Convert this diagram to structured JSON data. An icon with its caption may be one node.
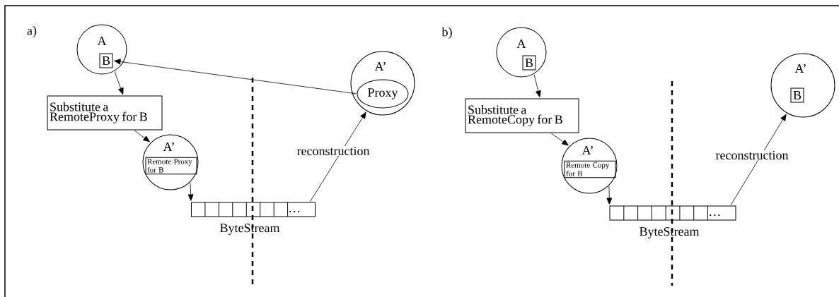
{
  "diagram": {
    "nodes": [
      {
        "text": [
          "A"
        ]
      },
      {
        "text": [
          "B"
        ],
        "in": 0
      },
      {
        "text": [
          "Substitute a RemoteProxy for B"
        ]
      },
      {
        "text": [
          "A’"
        ]
      },
      {
        "text": [
          "Remote Proxy for B"
        ],
        "in": 3
      },
      {
        "text": [
          "…"
        ],
        "beside": [
          "ByteStream"
        ]
      },
      {
        "text": [
          "A’"
        ]
      },
      {
        "text": [
          "Proxy"
        ],
        "in": 6
      },
      {
        "text": [
          "A"
        ]
      },
      {
        "text": [
          "B"
        ],
        "in": 8
      },
      {
        "text": [
          "Substitute a RemoteCopy for B"
        ]
      },
      {
        "text": [
          "A’"
        ]
      },
      {
        "text": [
          "Remote Copy for B"
        ],
        "in": 11
      },
      {
        "text": [
          "…"
        ],
        "beside": [
          "ByteStream"
        ]
      },
      {
        "text": [
          "A’"
        ]
      },
      {
        "text": [
          "B"
        ],
        "in": 14
      }
    ],
    "edges": [
      {
        "from": 0,
        "to": 2,
        "arrow": "to"
      },
      {
        "from": 2,
        "to": 3,
        "arrow": "to"
      },
      {
        "from": 3,
        "to": 5,
        "arrow": "to"
      },
      {
        "from": 5,
        "to": 6,
        "arrow": "to",
        "label": "reconstruction"
      },
      {
        "from": 7,
        "to": 1,
        "arrow": "to"
      },
      {
        "from": 8,
        "to": 10,
        "arrow": "to"
      },
      {
        "from": 10,
        "to": 11,
        "arrow": "to"
      },
      {
        "from": 11,
        "to": 13,
        "arrow": "to"
      },
      {
        "from": 13,
        "to": 14,
        "arrow": "to",
        "label": "reconstruction"
      }
    ],
    "labels": [
      "a)",
      "b)"
    ]
  }
}
